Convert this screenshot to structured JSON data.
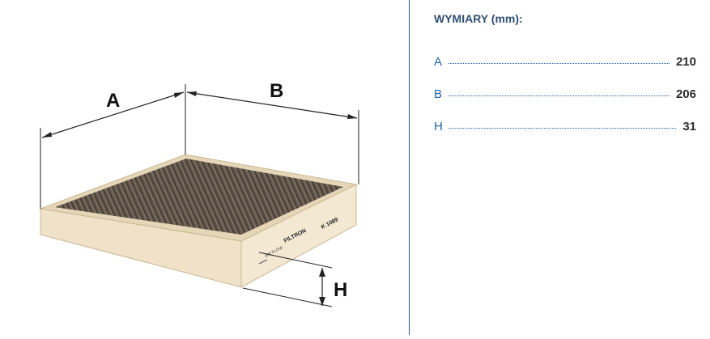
{
  "figure": {
    "label_a": "A",
    "label_b": "B",
    "label_h": "H",
    "brand": "FILTRON",
    "model": "K 1089",
    "airflow": "AIR FLOW"
  },
  "dimensions": {
    "title": "WYMIARY",
    "unit": "(mm):",
    "rows": [
      {
        "label": "A",
        "value": "210"
      },
      {
        "label": "B",
        "value": "206"
      },
      {
        "label": "H",
        "value": "31"
      }
    ]
  },
  "colors": {
    "label_blue": "#1f63a8",
    "title_navy": "#2f4f73",
    "divider": "#2e5c93",
    "frame_beige": "#efe2c8",
    "media_brown": "#6b5e4f"
  }
}
